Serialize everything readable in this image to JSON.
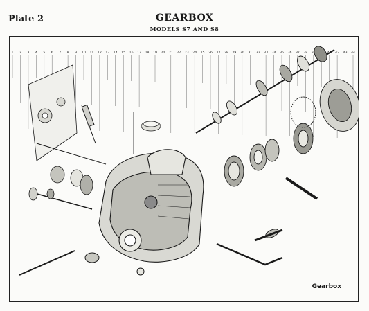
{
  "header": {
    "plate": "Plate 2",
    "title": "GEARBOX",
    "subtitle": "MODELS S7 AND S8"
  },
  "caption": "Gearbox",
  "colors": {
    "ink": "#1a1a1a",
    "paper": "#fbfbf9",
    "shade": "#8a8a8a"
  },
  "top_numbers": [
    "1",
    "2",
    "3",
    "4",
    "5",
    "6",
    "7",
    "8",
    "9",
    "10",
    "11",
    "12",
    "13",
    "14",
    "15",
    "16",
    "17",
    "18",
    "19",
    "20",
    "21",
    "22",
    "23",
    "24",
    "25",
    "26",
    "27",
    "28",
    "29",
    "30",
    "31",
    "32",
    "33",
    "34",
    "35",
    "36",
    "37",
    "38",
    "39",
    "40",
    "41",
    "42",
    "43",
    "44"
  ]
}
